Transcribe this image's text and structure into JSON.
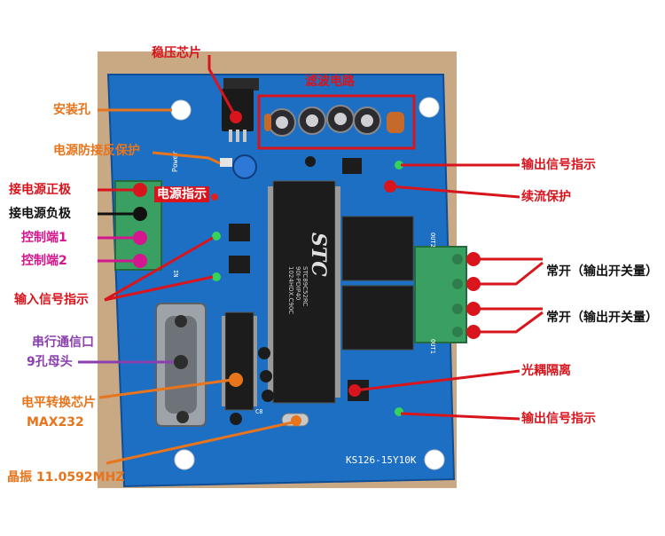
{
  "labels": {
    "regulator_chip": "稳压芯片",
    "filter_circuit": "滤波电路",
    "mounting_hole": "安装孔",
    "reverse_protection": "电源防接反保护",
    "positive": "接电源正极",
    "power_indicator": "电源指示",
    "negative": "接电源负极",
    "control1": "控制端1",
    "control2": "控制端2",
    "input_indicator": "输入信号指示",
    "serial_port": "串行通信口",
    "db9": "9孔母头",
    "level_converter": "电平转换芯片",
    "max232": "MAX232",
    "crystal": "晶振 11.0592MHZ",
    "output_indicator_top": "输出信号指示",
    "freewheel": "续流保护",
    "normally_open_1": "常开（输出开关量）",
    "normally_open_2": "常开（输出开关量）",
    "optocoupler": "光耦隔离",
    "output_indicator_bottom": "输出信号指示"
  },
  "board": {
    "chip_brand": "STC",
    "chip_line1": "STC89C52RC",
    "chip_line2": "90I-PDIP40",
    "chip_line3": "1024HDX.C90C",
    "model": "KS126-15Y10K",
    "silk_power": "Power",
    "silk_out1": "OUT1",
    "silk_out2": "OUT2",
    "silk_in": "IN",
    "silk_c8": "C8"
  },
  "colors": {
    "orange": "#e8741c",
    "red": "#d8151d",
    "magenta": "#d4168f",
    "purple": "#8b3fae",
    "pcb": "#1d6fc4",
    "background": "#c9a884"
  }
}
